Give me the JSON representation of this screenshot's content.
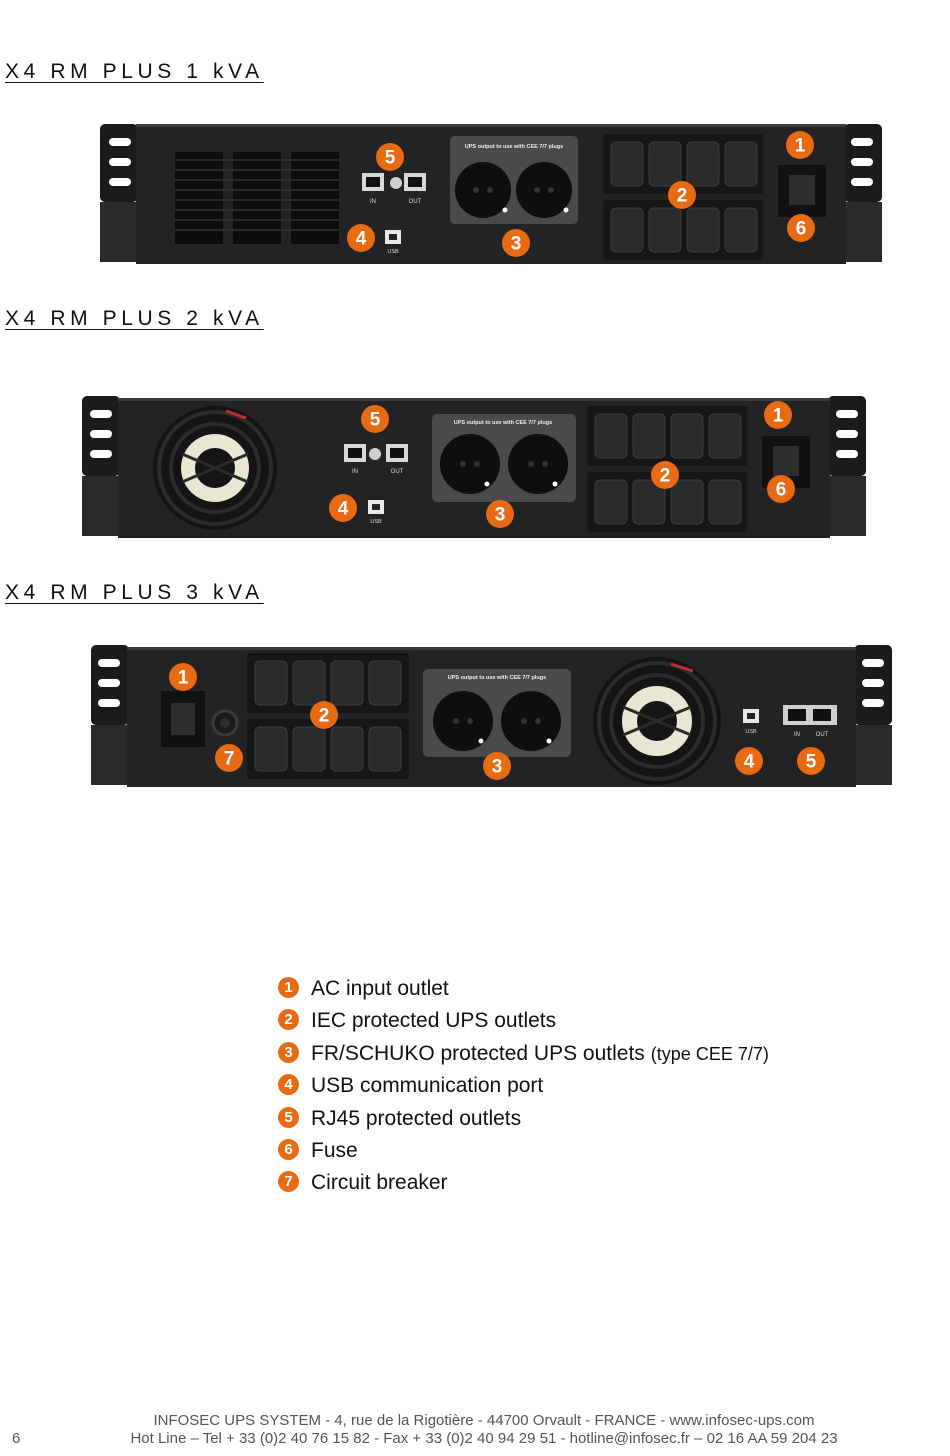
{
  "headings": {
    "model1": "X4 RM PLUS 1 kVA",
    "model2": "X4 RM PLUS 2 kVA",
    "model3": "X4 RM PLUS 3 kVA"
  },
  "panel_labels": {
    "schuko_caption": "UPS output to use with CEE 7/7 plugs",
    "rj45_in": "IN",
    "rj45_out": "OUT",
    "usb": "USB"
  },
  "markers": [
    "1",
    "2",
    "3",
    "4",
    "5",
    "6",
    "7"
  ],
  "colors": {
    "accent": "#e86a12",
    "panel": "#232325",
    "bracket": "#1b1b1b"
  },
  "legend": [
    {
      "num": "1",
      "text": "AC input outlet",
      "sub": ""
    },
    {
      "num": "2",
      "text": "IEC protected UPS outlets",
      "sub": ""
    },
    {
      "num": "3",
      "text": "FR/SCHUKO protected UPS outlets",
      "sub": "(type CEE 7/7)"
    },
    {
      "num": "4",
      "text": "USB communication port",
      "sub": ""
    },
    {
      "num": "5",
      "text": "RJ45 protected outlets",
      "sub": ""
    },
    {
      "num": "6",
      "text": "Fuse",
      "sub": ""
    },
    {
      "num": "7",
      "text": "Circuit breaker",
      "sub": ""
    }
  ],
  "footer": {
    "page": "6",
    "line1": "INFOSEC UPS SYSTEM - 4, rue de la Rigotière - 44700 Orvault - FRANCE -  www.infosec-ups.com",
    "line2": "Hot Line – Tel + 33 (0)2 40 76 15 82 - Fax + 33 (0)2 40 94 29 51 - hotline@infosec.fr – 02 16 AA 59 204 23"
  }
}
